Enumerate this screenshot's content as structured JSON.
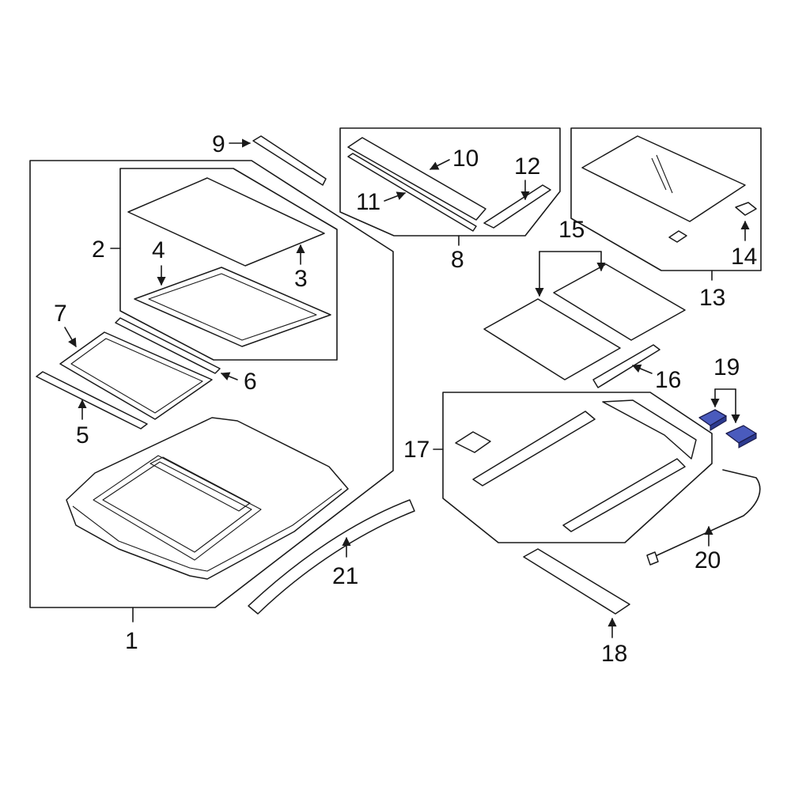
{
  "colors": {
    "line": "#1a1a1a",
    "highlight": "#4a5bbd",
    "background": "#ffffff"
  },
  "labels": {
    "p1": "1",
    "p2": "2",
    "p3": "3",
    "p4": "4",
    "p5": "5",
    "p6": "6",
    "p7": "7",
    "p8": "8",
    "p9": "9",
    "p10": "10",
    "p11": "11",
    "p12": "12",
    "p13": "13",
    "p14": "14",
    "p15": "15",
    "p16": "16",
    "p17": "17",
    "p18": "18",
    "p19": "19",
    "p20": "20",
    "p21": "21"
  },
  "highlighted_parts": [
    "19"
  ]
}
